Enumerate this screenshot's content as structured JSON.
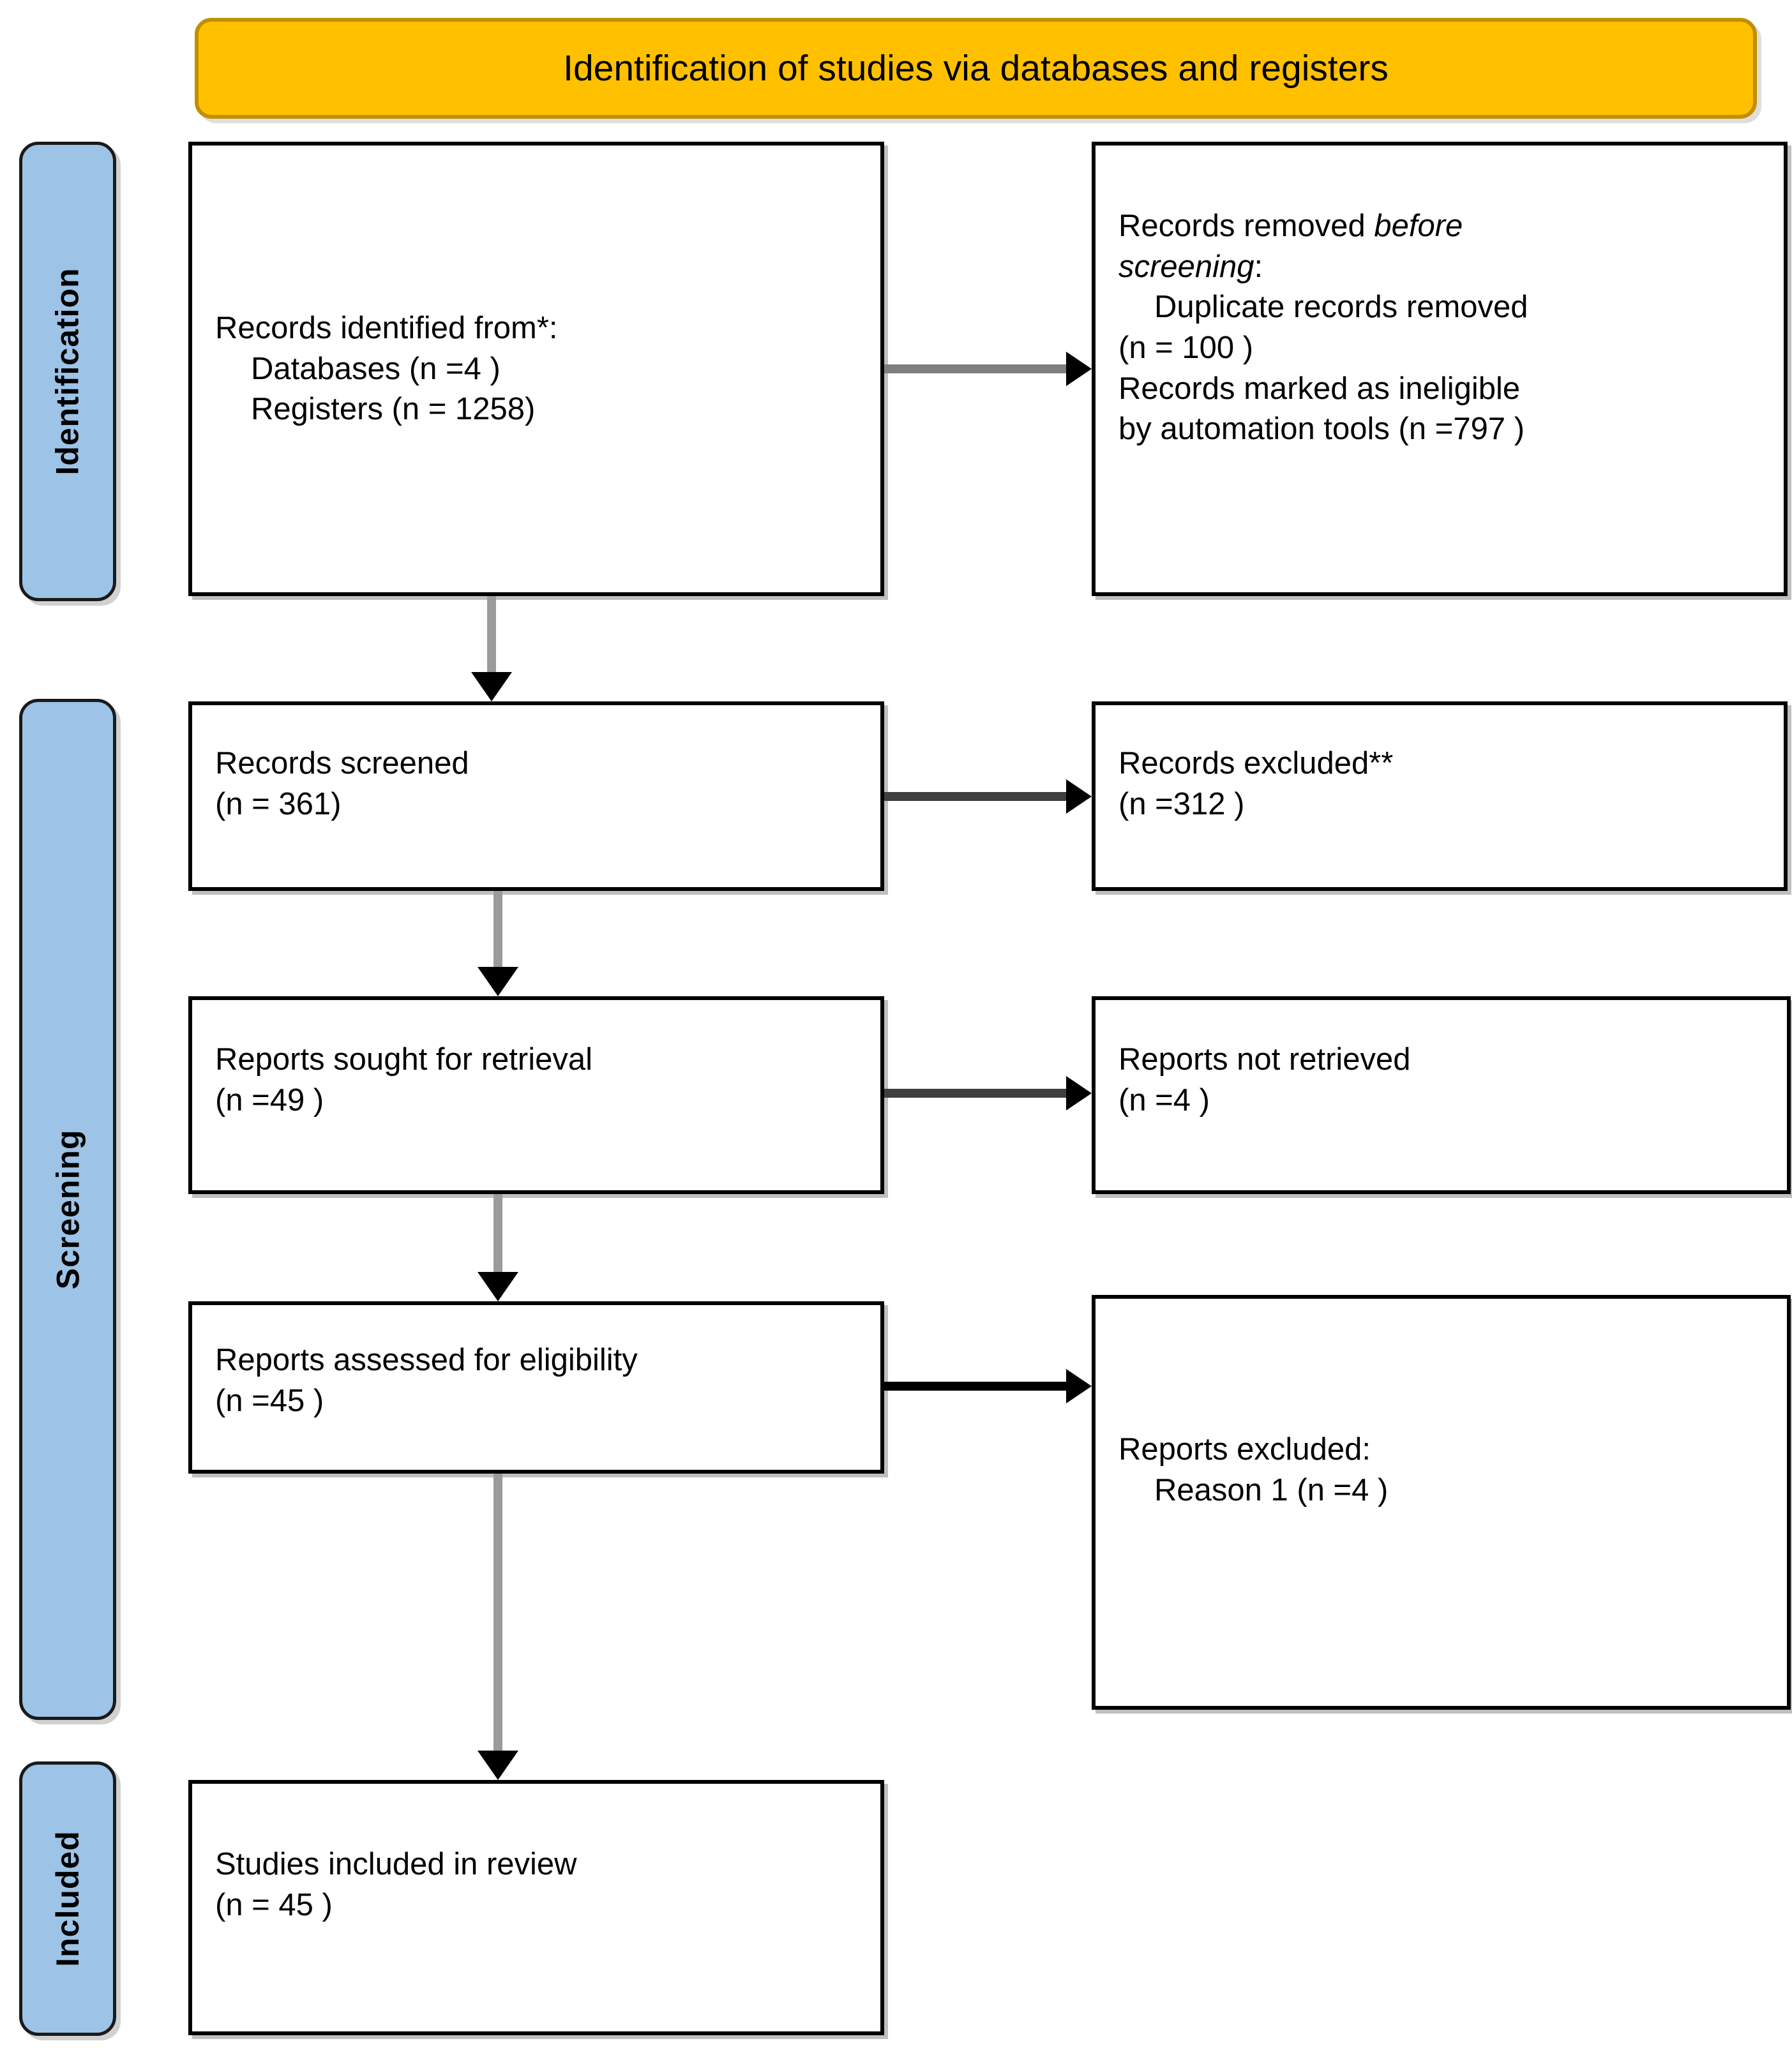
{
  "diagram": {
    "type": "prisma-flow-diagram",
    "header": {
      "title": "Identification of studies via databases and registers"
    },
    "stages": [
      {
        "id": "identification",
        "label": "Identification"
      },
      {
        "id": "screening",
        "label": "Screening"
      },
      {
        "id": "included",
        "label": "Included"
      }
    ],
    "boxes": {
      "records_identified": {
        "line1": "Records identified from*:",
        "line2": "Databases (n =4 )",
        "line3": "Registers (n =  1258)"
      },
      "records_removed": {
        "line1_plain": "Records removed ",
        "line1_italic": "before",
        "line2_italic": "screening",
        "line2_plain": ":",
        "line3": "Duplicate records removed",
        "line4": "(n = 100 )",
        "line5": "Records marked as ineligible",
        "line6": "by automation tools (n =797 )"
      },
      "records_screened": {
        "line1": "Records screened",
        "line2": "(n = 361)"
      },
      "records_excluded": {
        "line1": "Records excluded**",
        "line2": "(n =312 )"
      },
      "reports_sought": {
        "line1": "Reports sought for retrieval",
        "line2": "(n =49 )"
      },
      "reports_not_retrieved": {
        "line1": "Reports not retrieved",
        "line2": "(n =4 )"
      },
      "reports_assessed": {
        "line1": "Reports assessed for eligibility",
        "line2": "(n =45 )"
      },
      "reports_excluded": {
        "line1": "Reports excluded:",
        "line2": "Reason 1 (n =4 )"
      },
      "studies_included": {
        "line1": "Studies included in review",
        "line2": "(n = 45 )"
      }
    },
    "colors": {
      "banner_fill": "#FFC000",
      "banner_border": "#BF9000",
      "rail_fill": "#9DC3E6",
      "rail_border": "#1A1A1A",
      "box_border": "#000000",
      "arrow_shaft": "#7F7F7F",
      "arrow_head": "#000000"
    }
  }
}
